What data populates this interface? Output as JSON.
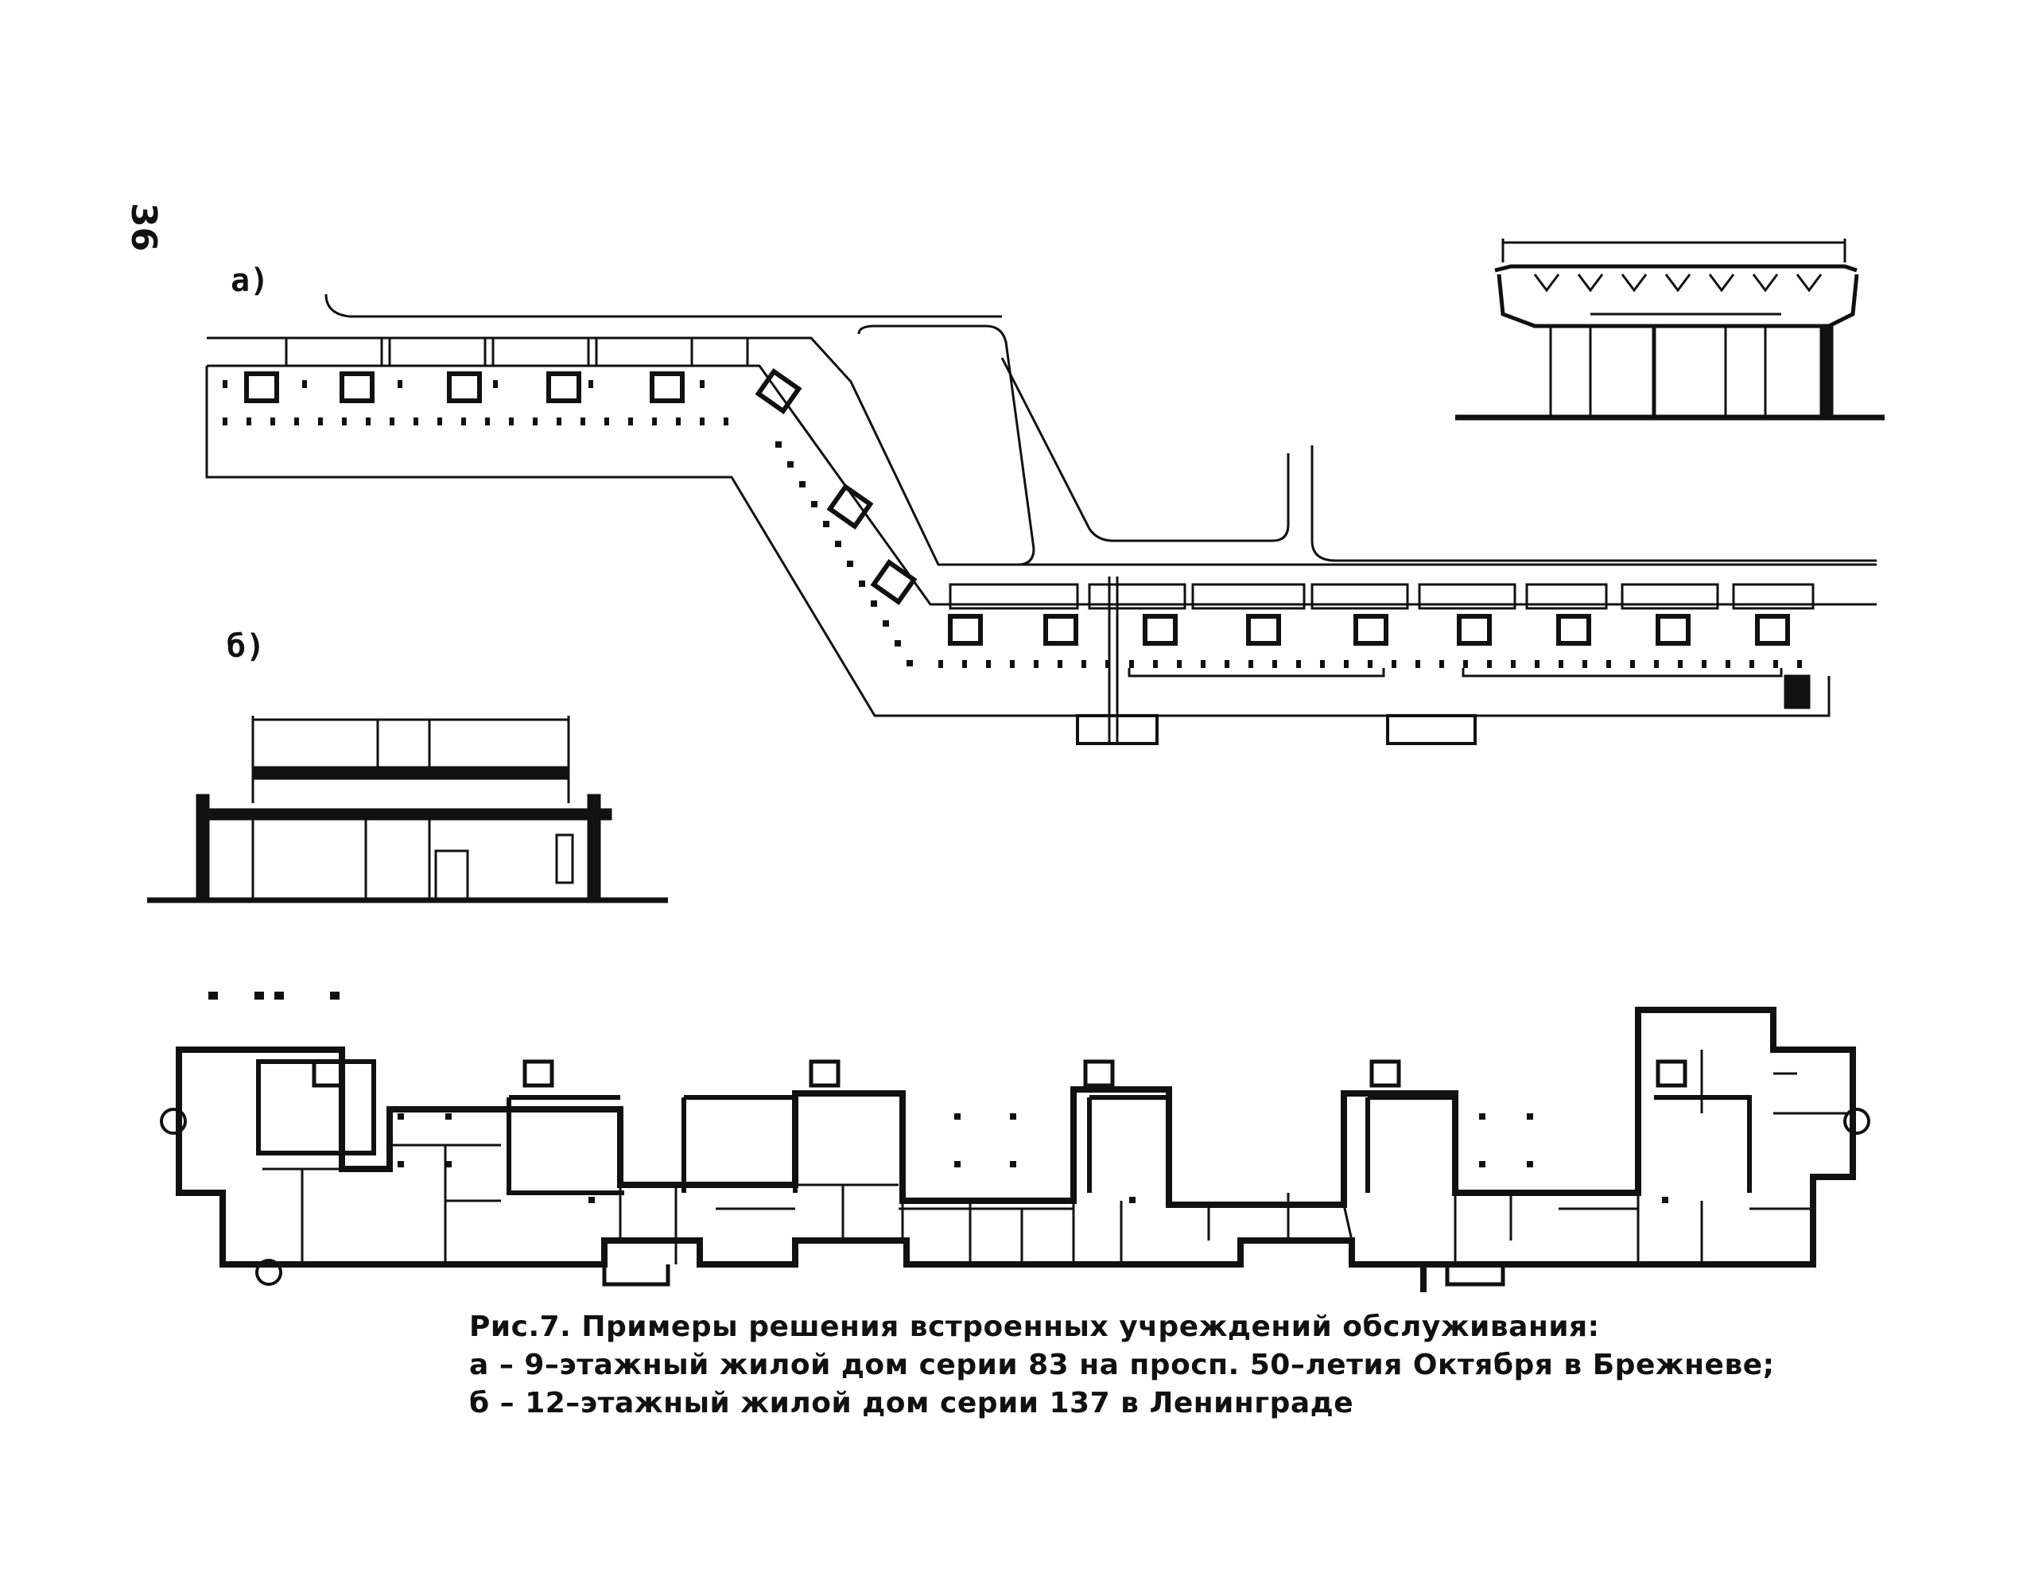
{
  "page": {
    "number": "36"
  },
  "figure": {
    "label_a": "а)",
    "label_b": "б)",
    "caption": {
      "title": "Рис.7. Примеры решения встроенных учреждений обслуживания:",
      "item_a": "а – 9–этажный жилой дом серии 83 на просп. 50–летия Октября в Брежневе;",
      "item_b": "б – 12–этажный жилой дом серии 137 в Ленинграде"
    }
  },
  "colors": {
    "ink": "#111111",
    "paper": "#ffffff"
  }
}
